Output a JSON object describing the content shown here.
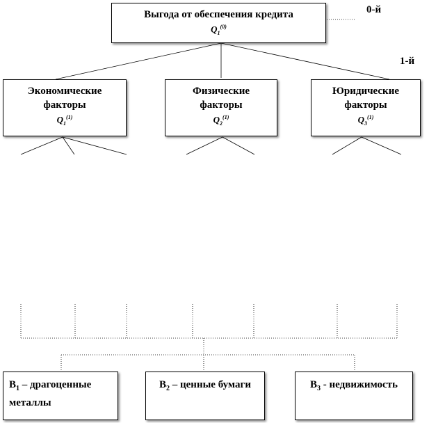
{
  "root": {
    "title": "Выгода от обеспечения кредита",
    "q": "Q",
    "q_sub": "1",
    "q_sup": "(0)"
  },
  "levels": {
    "zero": "0-й",
    "one": "1-й"
  },
  "factors": [
    {
      "line1": "Экономические",
      "line2": "факторы",
      "q": "Q",
      "q_sub": "1",
      "q_sup": "(1)"
    },
    {
      "line1": "Физические",
      "line2": "факторы",
      "q": "Q",
      "q_sub": "2",
      "q_sup": "(1)"
    },
    {
      "line1": "Юридические",
      "line2": "факторы",
      "q": "Q",
      "q_sub": "3",
      "q_sup": "(1)"
    }
  ],
  "alternatives": [
    {
      "letter": "B",
      "sub": "1",
      "text": " – драгоценные металлы"
    },
    {
      "letter": "B",
      "sub": "2",
      "text": " – ценные бумаги"
    },
    {
      "letter": "B",
      "sub": "3",
      "text": " - недвижимость"
    }
  ]
}
